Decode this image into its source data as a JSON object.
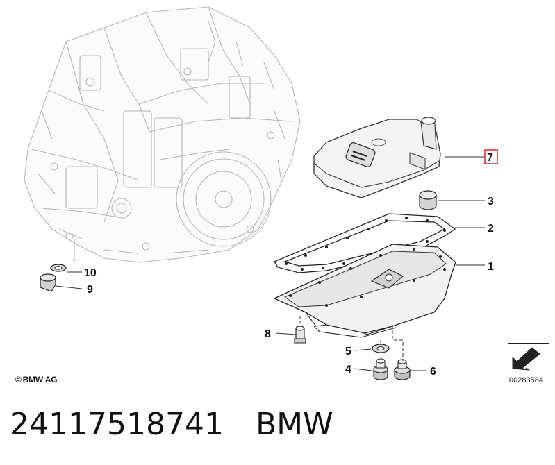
{
  "diagram": {
    "callouts": [
      {
        "num": "1",
        "target": "oil-pan"
      },
      {
        "num": "2",
        "target": "pan-gasket"
      },
      {
        "num": "3",
        "target": "rubber-mount"
      },
      {
        "num": "4",
        "target": "drain-plug-left"
      },
      {
        "num": "5",
        "target": "seal-ring"
      },
      {
        "num": "6",
        "target": "drain-plug-right"
      },
      {
        "num": "7",
        "target": "oil-filter",
        "highlighted": true
      },
      {
        "num": "8",
        "target": "pan-bolt"
      },
      {
        "num": "9",
        "target": "filler-plug"
      },
      {
        "num": "10",
        "target": "plug-seal-ring"
      }
    ],
    "highlight_color": "#d11b1b",
    "copyright": "BMW AG",
    "copyright_symbol": "©",
    "reference_number": "00283584"
  },
  "footer": {
    "part_number": "24117518741",
    "brand": "BMW"
  }
}
